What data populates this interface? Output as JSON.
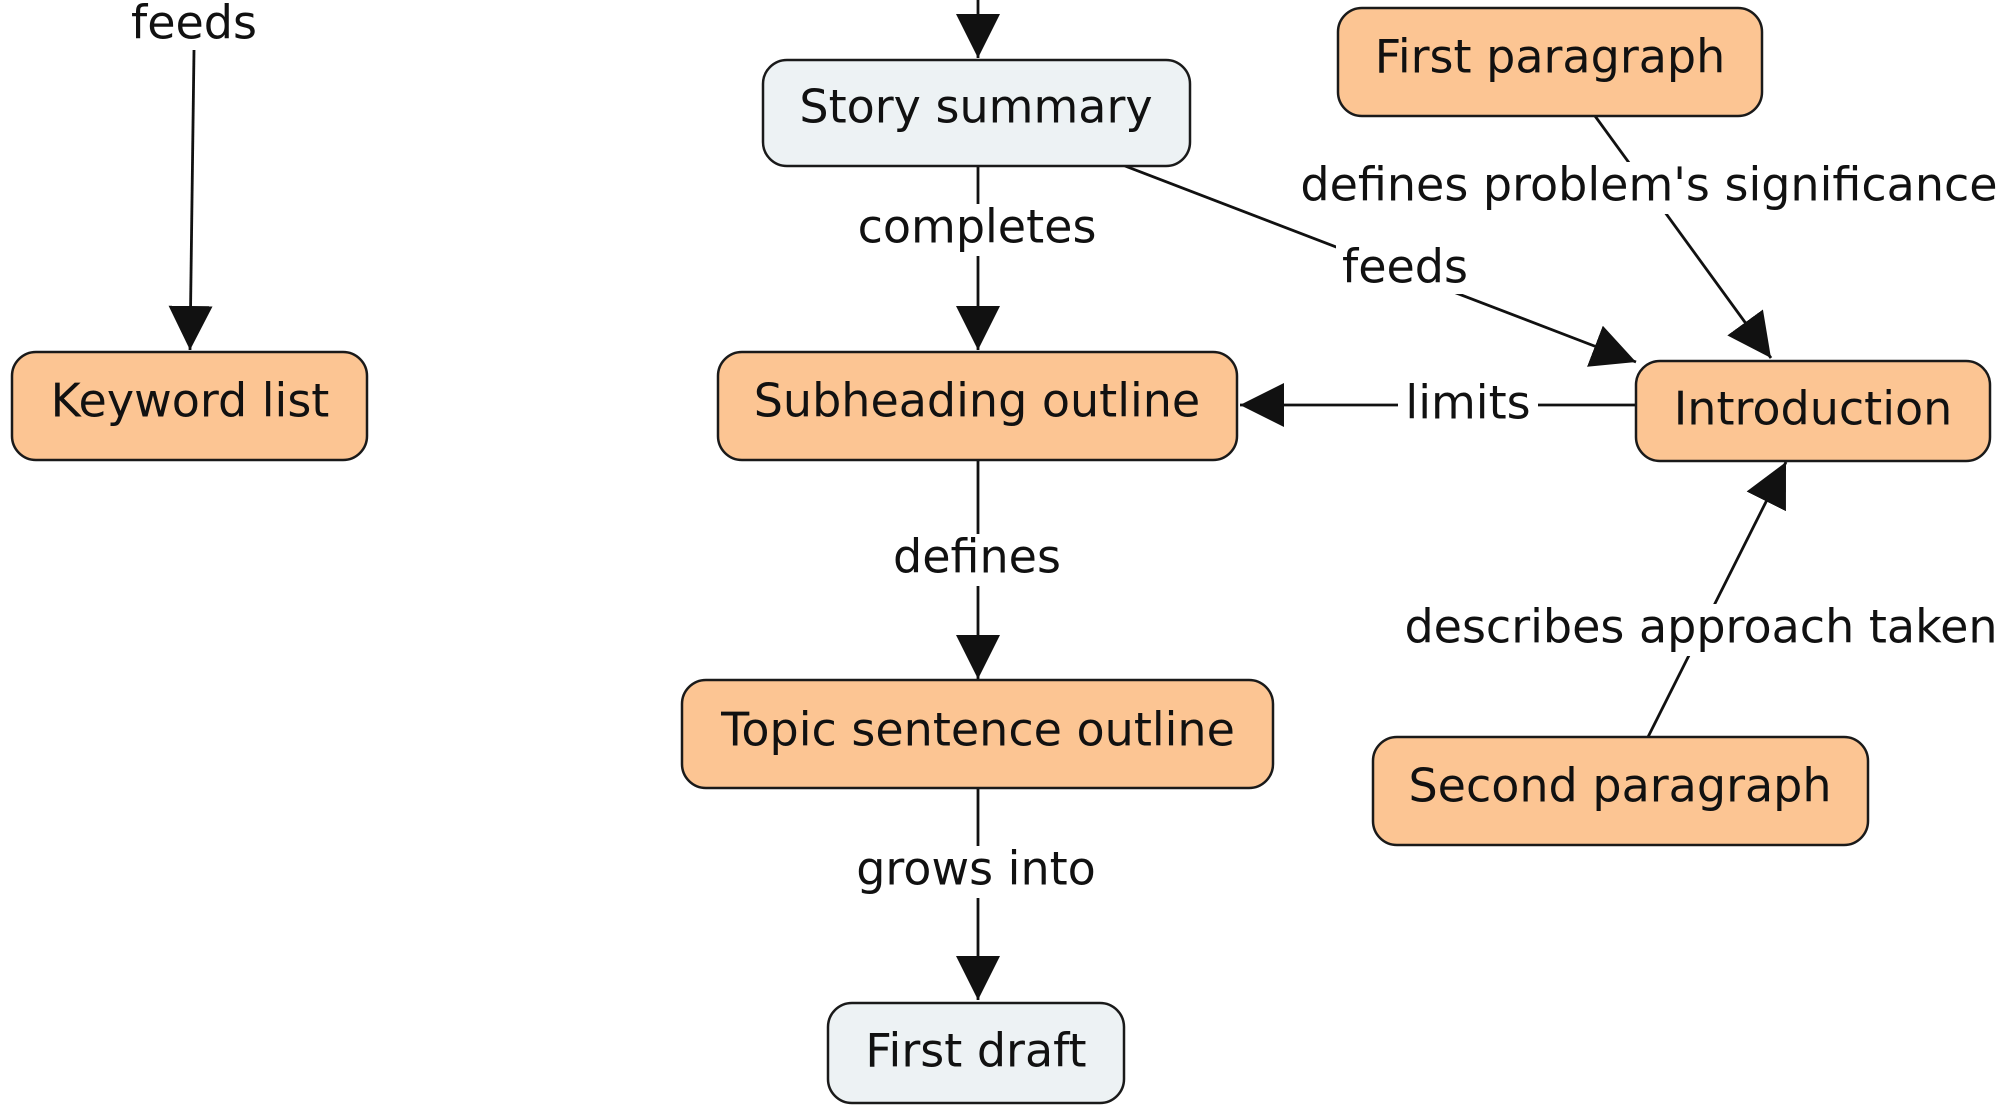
{
  "diagram": {
    "colors": {
      "orange_node": "#fcc593",
      "blue_node": "#edf2f4",
      "stroke": "#1a1a1a",
      "text": "#111111"
    },
    "nodes": {
      "story_summary": "Story summary",
      "first_paragraph": "First paragraph",
      "keyword_list": "Keyword list",
      "subheading_outline": "Subheading outline",
      "introduction": "Introduction",
      "topic_sentence_outline": "Topic sentence outline",
      "second_paragraph": "Second paragraph",
      "first_draft": "First draft"
    },
    "links": {
      "feeds_top_left": "feeds",
      "completes": "completes",
      "defines_problem": "defines problem's significance",
      "feeds_intro": "feeds",
      "limits": "limits",
      "defines": "defines",
      "describes_approach": "describes approach taken",
      "grows_into": "grows into"
    }
  }
}
